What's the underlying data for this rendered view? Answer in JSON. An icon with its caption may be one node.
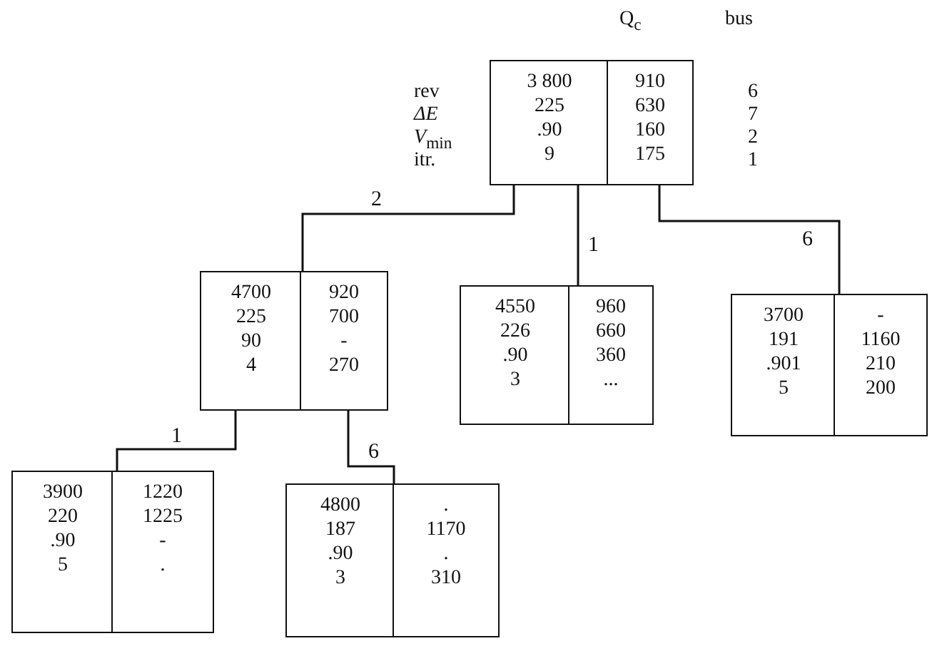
{
  "diagram": {
    "nodes": [
      {
        "text": [
          "3 800",
          "225",
          ".90",
          "9",
          "910",
          "630",
          "160",
          "175"
        ]
      },
      {
        "text": [
          "4700",
          "225",
          "90",
          "4",
          "920",
          "700",
          "-",
          "270"
        ]
      },
      {
        "text": [
          "4550",
          "226",
          ".90",
          "3",
          "960",
          "660",
          "360",
          "..."
        ]
      },
      {
        "text": [
          "3700",
          "191",
          ".901",
          "5",
          "-",
          "1160",
          "210",
          "200"
        ]
      },
      {
        "text": [
          "3900",
          "220",
          ".90",
          "5",
          "1220",
          "1225",
          "-",
          "."
        ]
      },
      {
        "text": [
          "4800",
          "187",
          ".90",
          "3",
          ".",
          "1170",
          ".",
          "310"
        ]
      }
    ],
    "edges": [
      {
        "from": 0,
        "to": 1,
        "arrow": "none",
        "label": "2"
      },
      {
        "from": 0,
        "to": 2,
        "arrow": "none",
        "label": "1"
      },
      {
        "from": 0,
        "to": 3,
        "arrow": "none",
        "label": "6"
      },
      {
        "from": 1,
        "to": 4,
        "arrow": "none",
        "label": "1"
      },
      {
        "from": 1,
        "to": 5,
        "arrow": "none",
        "label": "6"
      }
    ],
    "labels": [
      "Q$_{c}$",
      "bus",
      "rev",
      "ΔE",
      "*V*$_{min}$",
      "itr.",
      "6",
      "7",
      "2",
      "1"
    ]
  }
}
